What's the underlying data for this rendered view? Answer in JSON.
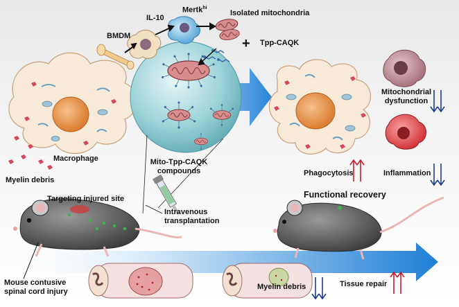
{
  "labels": {
    "bmdm": "BMDM",
    "il10": "IL-10",
    "mertk_base": "Mertk",
    "mertk_sup": "hi",
    "isolated_mito": "Isolated mitochondria",
    "plus": "+",
    "tpp_caqk": "Tpp-CAQK",
    "macrophage": "Macrophage",
    "myelin_debris_left": "Myelin debris",
    "mito_tpp_caqk": "Mito-Tpp-CAQK compounds",
    "mito_dysfunction": "Mitochondrial dysfunction",
    "inflammation": "Inflammation",
    "phagocytosis": "Phagocytosis",
    "targeting": "Targeting injured site",
    "intravenous": "Intravenous transplantation",
    "functional_recovery": "Functional recovery",
    "mouse_injury": "Mouse contusive spinal cord injury",
    "myelin_debris_bottom": "Myelin debris",
    "tissue_repair": "Tissue repair"
  },
  "colors": {
    "up_arrow": "#c0202a",
    "down_arrow": "#1b3b8f",
    "flow_arrow": "#1f7fd6",
    "sphere": "#9dd3d8",
    "cell_body": "#f7e6cf",
    "nucleus": "#e58a3a",
    "mouse": "#5e5e5e"
  }
}
